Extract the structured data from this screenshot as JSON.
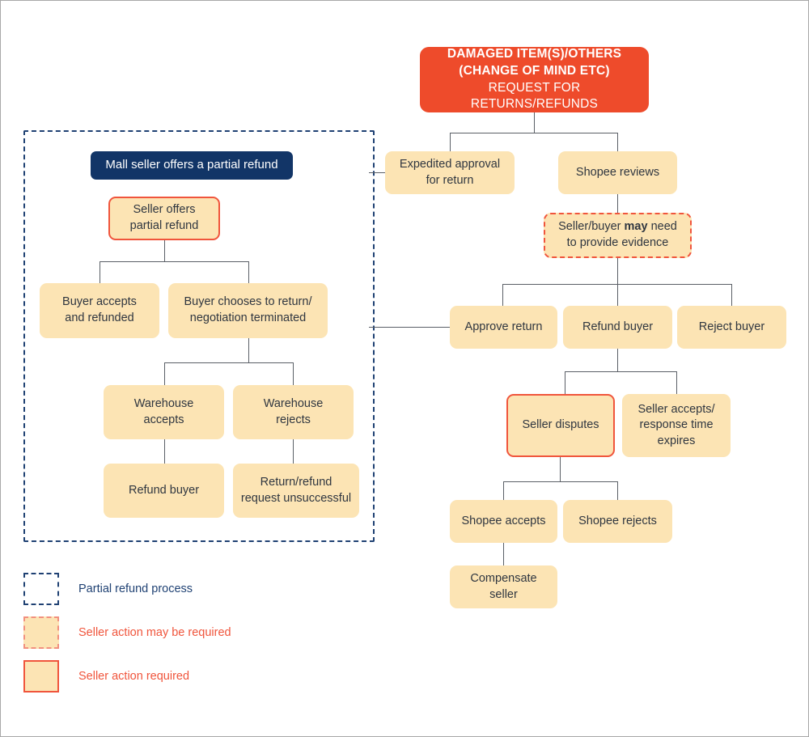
{
  "diagram": {
    "title_box": {
      "line1": "DAMAGED ITEM(S)/OTHERS",
      "line2": "(CHANGE OF MIND ETC)",
      "line3": "REQUEST FOR RETURNS/REFUNDS"
    },
    "colors": {
      "brand_orange": "#EE4B2B",
      "accent_orange": "#F0553C",
      "navy": "#123567",
      "panel_navy": "#1F4173",
      "node_yellow": "#FCE4B4",
      "connector_gray": "#5a5f66",
      "text_dark": "#2f3640"
    },
    "partial_panel_label": "Partial refund process",
    "nodes": {
      "mall_seller_header": "Mall seller offers a partial refund",
      "seller_offers_partial_refund": "Seller offers\npartial refund",
      "buyer_accepts_and_refunded": "Buyer accepts\nand refunded",
      "buyer_chooses_return": "Buyer chooses to return/\nnegotiation terminated",
      "warehouse_accepts": "Warehouse\naccepts",
      "warehouse_rejects": "Warehouse\nrejects",
      "refund_buyer_left": "Refund buyer",
      "return_refund_unsuccessful": "Return/refund\nrequest unsuccessful",
      "expedited_approval": "Expedited approval\nfor return",
      "shopee_reviews": "Shopee reviews",
      "evidence_pre": "Seller/buyer ",
      "evidence_bold": "may",
      "evidence_post": " need\nto provide evidence",
      "approve_return": "Approve return",
      "refund_buyer_right": "Refund buyer",
      "reject_buyer": "Reject buyer",
      "seller_disputes": "Seller disputes",
      "seller_accepts_expires": "Seller accepts/\nresponse time\nexpires",
      "shopee_accepts": "Shopee accepts",
      "shopee_rejects": "Shopee rejects",
      "compensate_seller": "Compensate\nseller"
    },
    "legend": [
      {
        "key": "partial-refund-process",
        "label": "Partial refund process",
        "style": "dashed-navy"
      },
      {
        "key": "seller-action-may-be-required",
        "label": "Seller action may be required",
        "style": "dashed-orange"
      },
      {
        "key": "seller-action-required",
        "label": "Seller action required",
        "style": "solid-orange"
      }
    ]
  }
}
